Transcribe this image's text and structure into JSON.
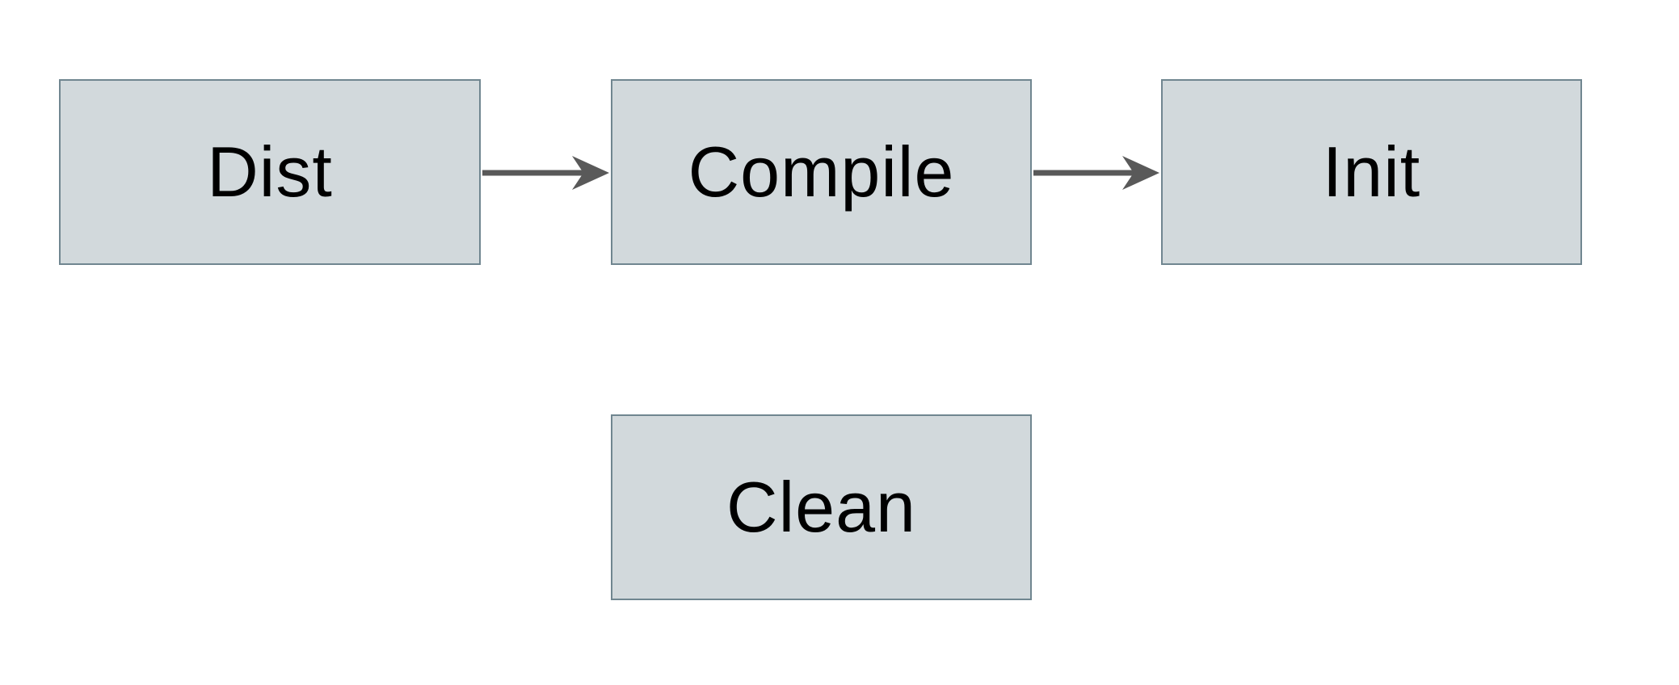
{
  "diagram": {
    "nodes": [
      {
        "id": "dist",
        "label": "Dist"
      },
      {
        "id": "compile",
        "label": "Compile"
      },
      {
        "id": "init",
        "label": "Init"
      },
      {
        "id": "clean",
        "label": "Clean"
      }
    ],
    "edges": [
      {
        "from": "dist",
        "to": "compile"
      },
      {
        "from": "compile",
        "to": "init"
      }
    ],
    "colors": {
      "node_fill": "#d2d9dc",
      "node_border": "#708690",
      "arrow": "#595959",
      "text": "#000000"
    }
  }
}
